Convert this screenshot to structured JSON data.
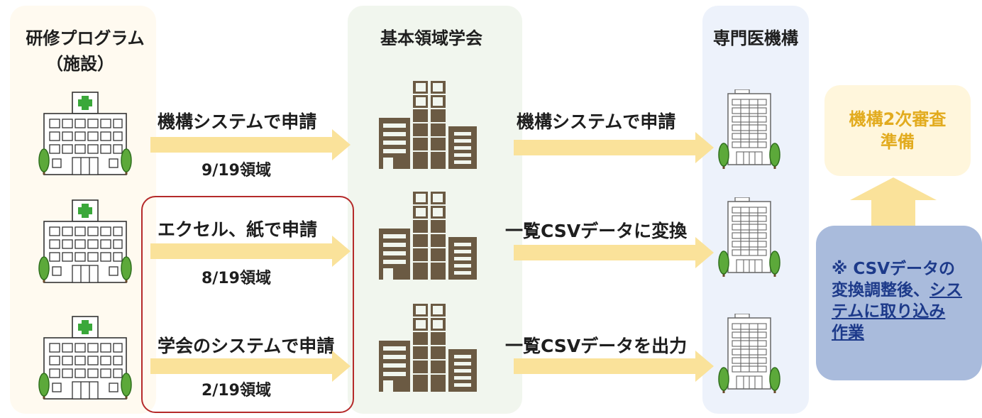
{
  "columns": {
    "program_line1": "研修プログラム",
    "program_line2": "（施設）",
    "society": "基本領域学会",
    "organization": "専門医機構"
  },
  "rows": [
    {
      "method": "機構システムで申請",
      "count": "9/19領域",
      "output": "機構システムで申請"
    },
    {
      "method": "エクセル、紙で申請",
      "count": "8/19領域",
      "output": "一覧CSVデータに変換"
    },
    {
      "method": "学会のシステムで申請",
      "count": "2/19領域",
      "output": "一覧CSVデータを出力"
    }
  ],
  "review_box": {
    "line1": "機構2次審査",
    "line2": "準備"
  },
  "note": {
    "line1": "※ CSVデータの",
    "line2a": "変換調整後、",
    "line2b": "シス",
    "line3": "テムに取り込み",
    "line4": "作業"
  },
  "colors": {
    "arrow": "#fae29a",
    "left_panel": "#fffaf0",
    "middle_panel": "#f1f6ee",
    "right_panel": "#edf2fb",
    "review_box": "#fff6dc",
    "review_text": "#e2ab1e",
    "note_box": "#a9bbdc",
    "note_text": "#1d3a8a",
    "building": "#6b5a43",
    "highlight": "#b52a2a"
  },
  "icons": [
    "hospital-icon",
    "office-building-icon",
    "tower-building-icon",
    "tree-icon",
    "arrow-right-icon",
    "arrow-up-icon"
  ]
}
